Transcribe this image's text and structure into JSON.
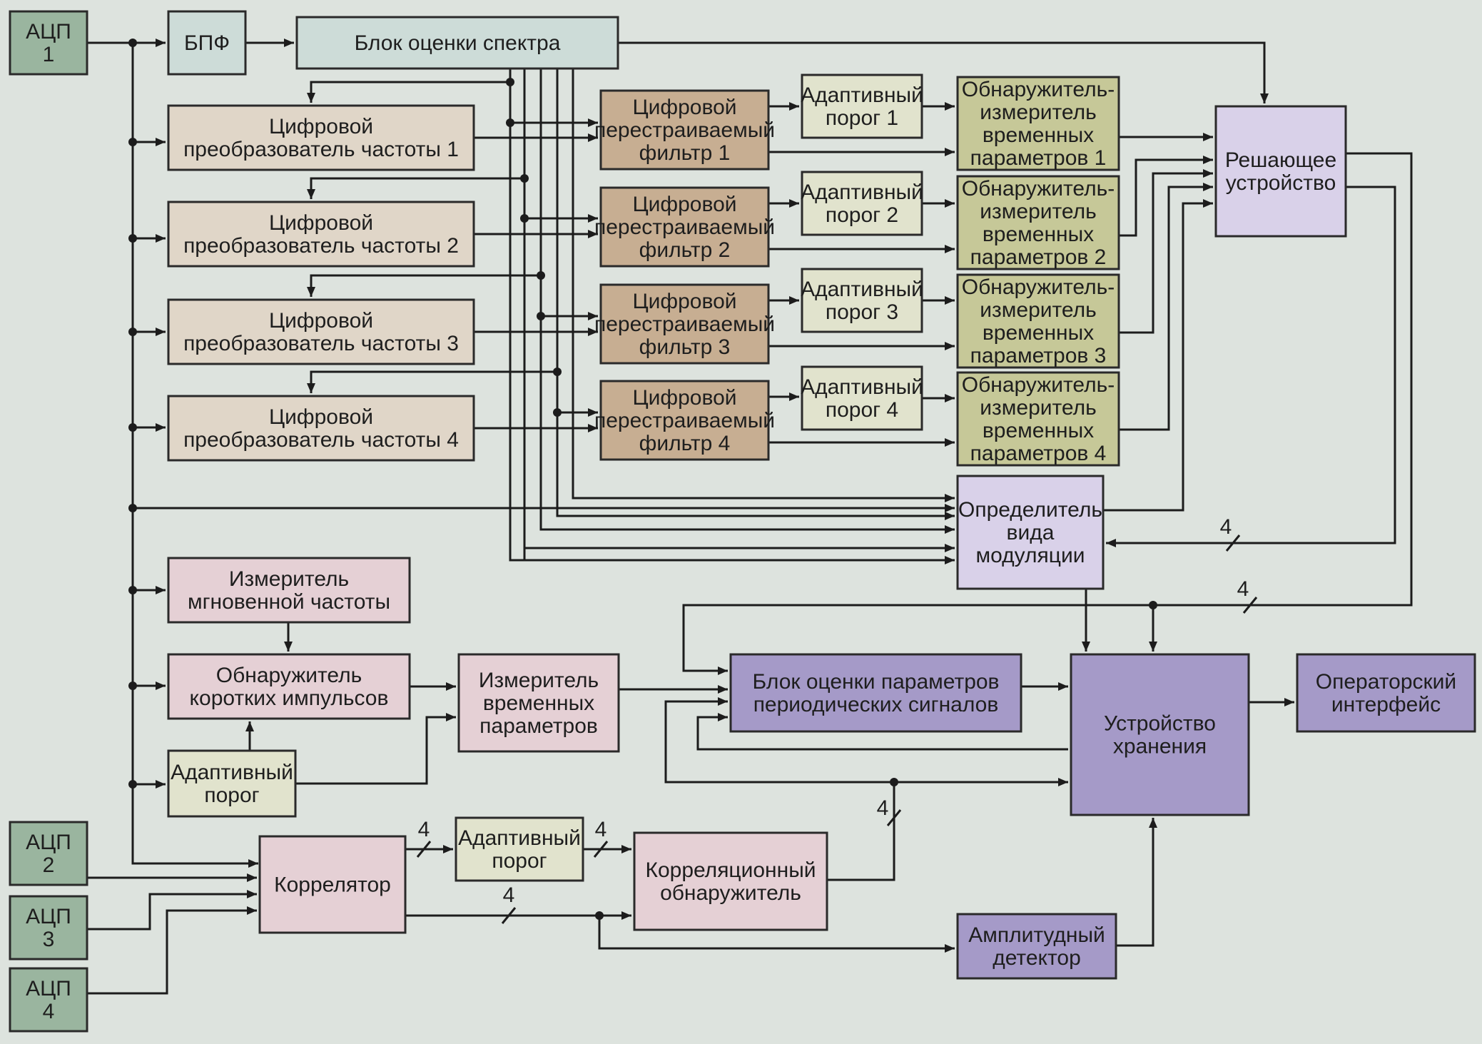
{
  "colors": {
    "background": "#dde3de",
    "adc": "#9ab59f",
    "spectrum": "#cddcd8",
    "converter": "#e0d6c8",
    "filter": "#c7ae92",
    "threshold": "#e1e3cd",
    "detector": "#c6c898",
    "decision": "#d9d1e9",
    "pink": "#e5d0d5",
    "purple": "#a59ac8"
  },
  "blocks": {
    "adc1": [
      "АЦП",
      "1"
    ],
    "adc2": [
      "АЦП",
      "2"
    ],
    "adc3": [
      "АЦП",
      "3"
    ],
    "adc4": [
      "АЦП",
      "4"
    ],
    "fft": [
      "БПФ"
    ],
    "spectrum": [
      "Блок оценки спектра"
    ],
    "conv1": [
      "Цифровой",
      "преобразователь частоты 1"
    ],
    "conv2": [
      "Цифровой",
      "преобразователь частоты 2"
    ],
    "conv3": [
      "Цифровой",
      "преобразователь частоты 3"
    ],
    "conv4": [
      "Цифровой",
      "преобразователь частоты 4"
    ],
    "filter1": [
      "Цифровой",
      "перестраиваемый",
      "фильтр 1"
    ],
    "filter2": [
      "Цифровой",
      "перестраиваемый",
      "фильтр 2"
    ],
    "filter3": [
      "Цифровой",
      "перестраиваемый",
      "фильтр 3"
    ],
    "filter4": [
      "Цифровой",
      "перестраиваемый",
      "фильтр 4"
    ],
    "thr1": [
      "Адаптивный",
      "порог 1"
    ],
    "thr2": [
      "Адаптивный",
      "порог 2"
    ],
    "thr3": [
      "Адаптивный",
      "порог 3"
    ],
    "thr4": [
      "Адаптивный",
      "порог 4"
    ],
    "det1": [
      "Обнаружитель-",
      "измеритель",
      "временных",
      "параметров 1"
    ],
    "det2": [
      "Обнаружитель-",
      "измеритель",
      "временных",
      "параметров 2"
    ],
    "det3": [
      "Обнаружитель-",
      "измеритель",
      "временных",
      "параметров 3"
    ],
    "det4": [
      "Обнаружитель-",
      "измеритель",
      "временных",
      "параметров 4"
    ],
    "decision": [
      "Решающее",
      "устройство"
    ],
    "modulation": [
      "Определитель",
      "вида",
      "модуляции"
    ],
    "ifm": [
      "Измеритель",
      "мгновенной частоты"
    ],
    "shortpulse": [
      "Обнаружитель",
      "коротких импульсов"
    ],
    "thrA": [
      "Адаптивный",
      "порог"
    ],
    "timemeas": [
      "Измеритель",
      "временных",
      "параметров"
    ],
    "periodic": [
      "Блок оценки параметров",
      "периодических сигналов"
    ],
    "storage": [
      "Устройство",
      "хранения"
    ],
    "operator": [
      "Операторский",
      "интерфейс"
    ],
    "correlator": [
      "Коррелятор"
    ],
    "thrB": [
      "Адаптивный",
      "порог"
    ],
    "corrdet": [
      "Корреляционный",
      "обнаружитель"
    ],
    "amplitude": [
      "Амплитудный",
      "детектор"
    ]
  },
  "bus_labels": {
    "b1": "4",
    "b2": "4",
    "b3": "4",
    "b4": "4",
    "b5": "4",
    "b6": "4"
  }
}
